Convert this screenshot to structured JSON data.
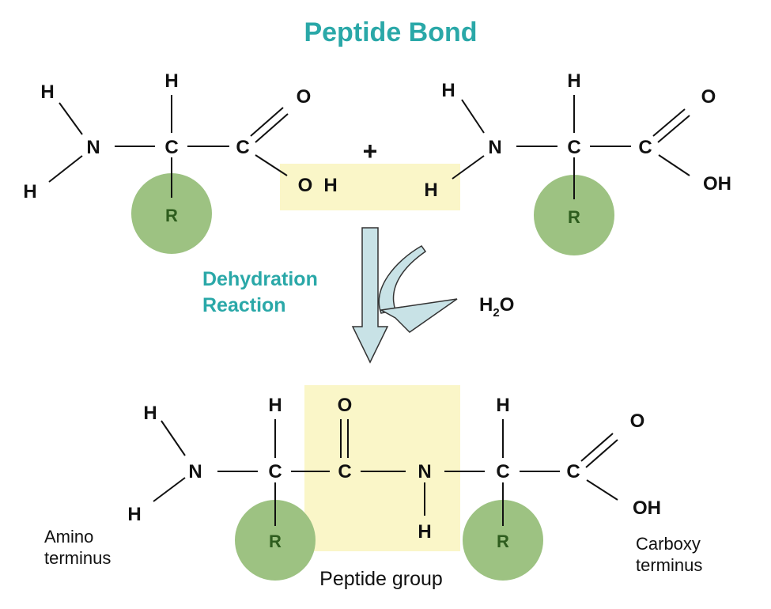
{
  "title": "Peptide Bond",
  "reaction_label_line1": "Dehydration",
  "reaction_label_line2": "Reaction",
  "plus_sign": "+",
  "byproduct": {
    "main": "H",
    "subscript": "2",
    "suffix": "O"
  },
  "atoms": {
    "hydrogen": "H",
    "nitrogen": "N",
    "carbon": "C",
    "oxygen": "O",
    "side_chain": "R",
    "hydroxyl": "OH",
    "oh_split_o": "O",
    "oh_split_h": "H"
  },
  "labels": {
    "amino_line1": "Amino",
    "amino_line2": "terminus",
    "carboxy_line1": "Carboxy",
    "carboxy_line2": "terminus",
    "peptide_group": "Peptide group"
  },
  "colors": {
    "title": "#2aa8a8",
    "highlight": "#faf6c8",
    "side_chain_circle": "#9dc282",
    "side_chain_text": "#2e5d1e",
    "arrow": "#c8e2e6"
  }
}
